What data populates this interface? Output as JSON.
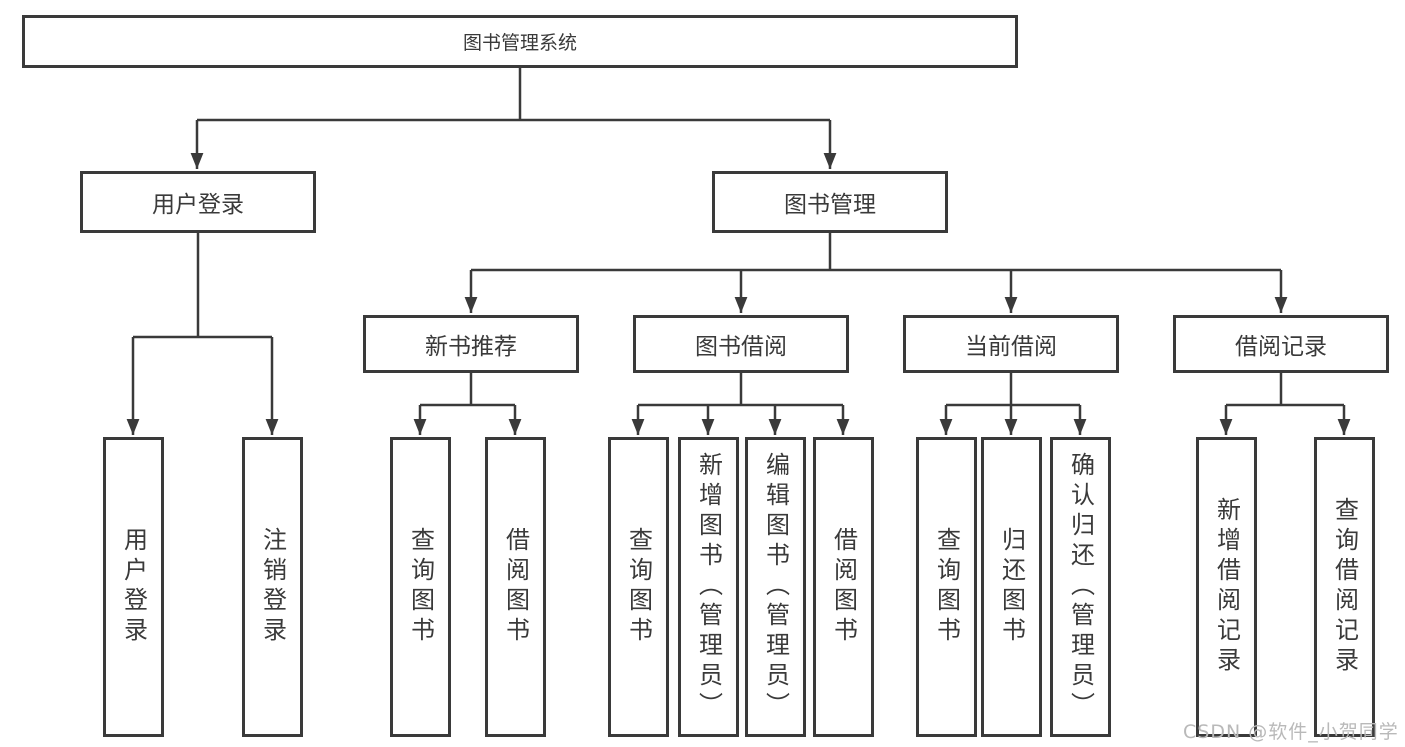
{
  "tree": {
    "label": "图书管理系统",
    "children": [
      {
        "label": "用户登录",
        "children": [
          {
            "label": "用户登录"
          },
          {
            "label": "注销登录"
          }
        ]
      },
      {
        "label": "图书管理",
        "children": [
          {
            "label": "新书推荐",
            "children": [
              {
                "label": "查询图书"
              },
              {
                "label": "借阅图书"
              }
            ]
          },
          {
            "label": "图书借阅",
            "children": [
              {
                "label": "查询图书"
              },
              {
                "label": "新增图书（管理员）"
              },
              {
                "label": "编辑图书（管理员）"
              },
              {
                "label": "借阅图书"
              }
            ]
          },
          {
            "label": "当前借阅",
            "children": [
              {
                "label": "查询图书"
              },
              {
                "label": "归还图书"
              },
              {
                "label": "确认归还（管理员）"
              }
            ]
          },
          {
            "label": "借阅记录",
            "children": [
              {
                "label": "新增借阅记录"
              },
              {
                "label": "查询借阅记录"
              }
            ]
          }
        ]
      }
    ]
  },
  "watermark": {
    "text": "CSDN @软件_小贺同学"
  },
  "colors": {
    "line": "#3a3a3a",
    "text": "#3a3a3a",
    "background": "#ffffff",
    "watermark_color": "#b9b9b9"
  }
}
